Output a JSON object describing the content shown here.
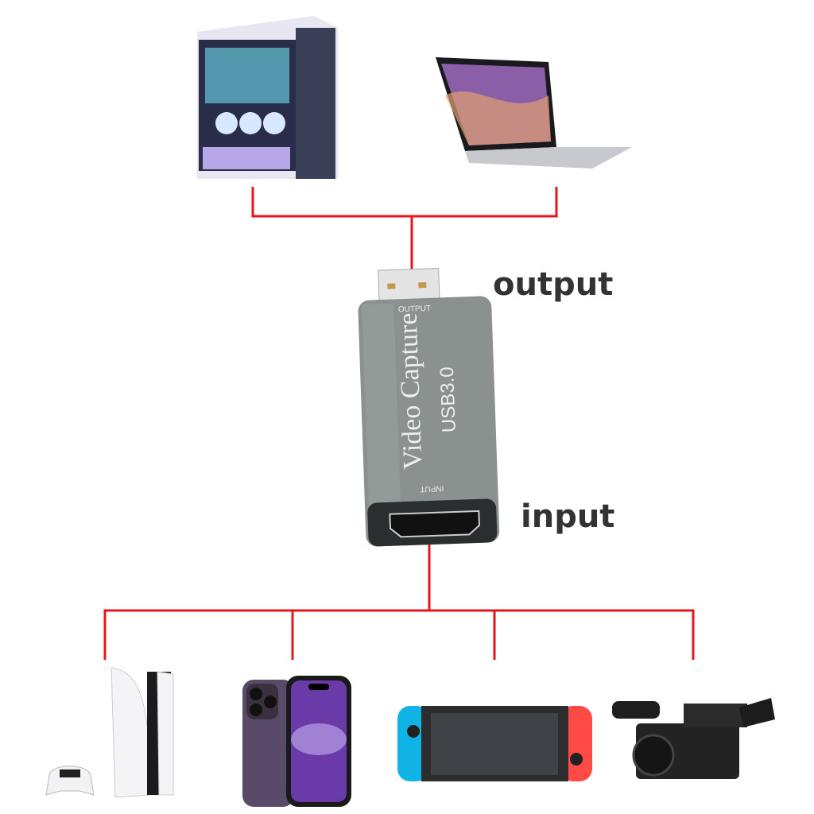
{
  "labels": {
    "output": "output",
    "input": "input"
  },
  "device": {
    "name": "Video Capture",
    "spec": "USB3.0",
    "port_out": "OUTPUT",
    "port_in": "INPUT"
  },
  "output_devices": [
    "desktop-pc",
    "laptop"
  ],
  "input_devices": [
    "game-console",
    "smartphone",
    "handheld-console",
    "camcorder"
  ],
  "colors": {
    "connector_line": "#e8141c",
    "label": "#333333",
    "device_body": "#8a918f"
  }
}
